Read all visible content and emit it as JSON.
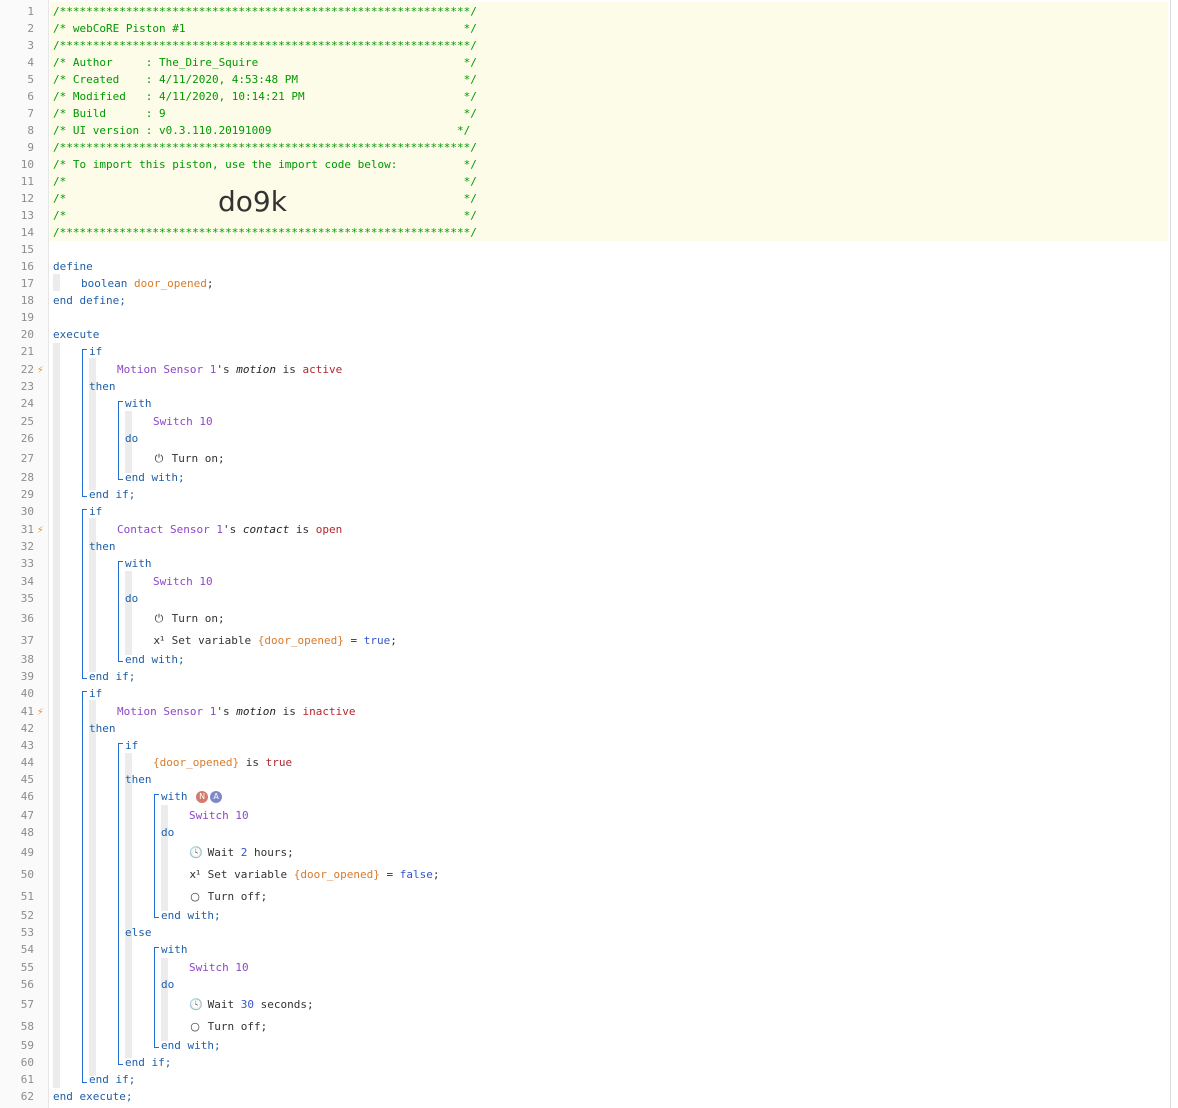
{
  "line_numbers": [
    "1",
    "2",
    "3",
    "4",
    "5",
    "6",
    "7",
    "8",
    "9",
    "10",
    "11",
    "12",
    "13",
    "14",
    "15",
    "16",
    "17",
    "18",
    "19",
    "20",
    "21",
    "22",
    "23",
    "24",
    "25",
    "26",
    "27",
    "28",
    "29",
    "30",
    "31",
    "32",
    "33",
    "34",
    "35",
    "36",
    "37",
    "38",
    "39",
    "40",
    "41",
    "42",
    "43",
    "44",
    "45",
    "46",
    "47",
    "48",
    "49",
    "50",
    "51",
    "52",
    "53",
    "54",
    "55",
    "56",
    "57",
    "58",
    "59",
    "60",
    "61",
    "62"
  ],
  "trigger_icon": "lightning-bolt-icon",
  "header": {
    "border_line": "/**************************************************************/",
    "title": "/* webCoRE Piston #1                                          */",
    "author": "/* Author     : The_Dire_Squire                               */",
    "created": "/* Created    : 4/11/2020, 4:53:48 PM                         */",
    "modified": "/* Modified   : 4/11/2020, 10:14:21 PM                        */",
    "build": "/* Build      : 9                                             */",
    "ui_version": "/* UI version : v0.3.110.20191009                            */",
    "import_note": "/* To import this piston, use the import code below:          */",
    "blank_line": "/*                                                            */",
    "import_code": "do9k"
  },
  "define": {
    "keyword": "define",
    "type": "boolean",
    "var_name": "door_opened",
    "end": "end define;"
  },
  "execute": {
    "keyword": "execute",
    "end": "end execute;",
    "block1": {
      "if_kw": "if",
      "device": "Motion Sensor 1",
      "possessive": "'s",
      "attribute": "motion",
      "op": "is",
      "value": "active",
      "then_kw": "then",
      "with_kw": "with",
      "target": "Switch 10",
      "do_kw": "do",
      "action": "Turn on;",
      "end_with": "end with;",
      "end_if": "end if;"
    },
    "block2": {
      "if_kw": "if",
      "device": "Contact Sensor 1",
      "possessive": "'s",
      "attribute": "contact",
      "op": "is",
      "value": "open",
      "then_kw": "then",
      "with_kw": "with",
      "target": "Switch 10",
      "do_kw": "do",
      "action1": "Turn on;",
      "action2_prefix": "Set variable",
      "action2_var": "{door_opened}",
      "action2_eq": "=",
      "action2_value": "true",
      "end_with": "end with;",
      "end_if": "end if;"
    },
    "block3": {
      "if_kw": "if",
      "device": "Motion Sensor 1",
      "possessive": "'s",
      "attribute": "motion",
      "op": "is",
      "value": "inactive",
      "then_kw": "then",
      "inner_if": "if",
      "inner_var": "{door_opened}",
      "inner_op": "is",
      "inner_value": "true",
      "inner_then": "then",
      "with_kw": "with",
      "badge_n": "N",
      "badge_a": "A",
      "target": "Switch 10",
      "do_kw": "do",
      "wait_prefix": "Wait",
      "wait_num": "2",
      "wait_unit": "hours;",
      "set_prefix": "Set variable",
      "set_var": "{door_opened}",
      "set_eq": "=",
      "set_value": "false",
      "turn_off": "Turn off;",
      "end_with": "end with;",
      "else_kw": "else",
      "with2_kw": "with",
      "target2": "Switch 10",
      "do2_kw": "do",
      "wait2_prefix": "Wait",
      "wait2_num": "30",
      "wait2_unit": "seconds;",
      "turn_off2": "Turn off;",
      "end_with2": "end with;",
      "inner_end_if": "end if;",
      "end_if": "end if;"
    }
  },
  "colors": {
    "keyword": "#1f5fa8",
    "device": "#8d47c8",
    "variable": "#d97a2a",
    "value": "#b3262e",
    "comment": "#009900",
    "block_bar": "#1f6ed0"
  }
}
